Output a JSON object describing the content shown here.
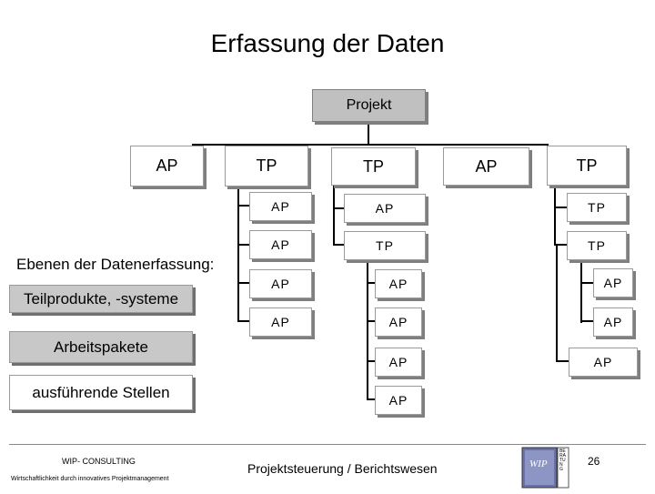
{
  "title": "Erfassung der Daten",
  "diagram": {
    "root": "Projekt",
    "level1": [
      "AP",
      "TP",
      "TP",
      "AP",
      "TP"
    ],
    "col_tp1": [
      "AP",
      "AP",
      "AP",
      "AP"
    ],
    "col_tp2": [
      "AP",
      "TP",
      "AP",
      "AP",
      "AP",
      "AP"
    ],
    "col_tp3": [
      "TP",
      "TP",
      "AP",
      "AP",
      "AP"
    ]
  },
  "legend": {
    "heading": "Ebenen der Datenerfassung:",
    "items": [
      "Teilprodukte, -systeme",
      "Arbeitspakete",
      "ausführende Stellen"
    ]
  },
  "footer": {
    "company": "WIP- CONSULTING",
    "tagline": "Wirtschaftlichkeit durch innovatives Projektmanagement",
    "center": "Projektsteuerung / Berichtswesen",
    "page_number": "26",
    "logo_text": "WIP",
    "logo_side": "BERATUNG"
  },
  "colors": {
    "box_gray": "#c0c0c0",
    "legend_gray": "#c8c8c8",
    "shadow": "#7f7f7f"
  }
}
